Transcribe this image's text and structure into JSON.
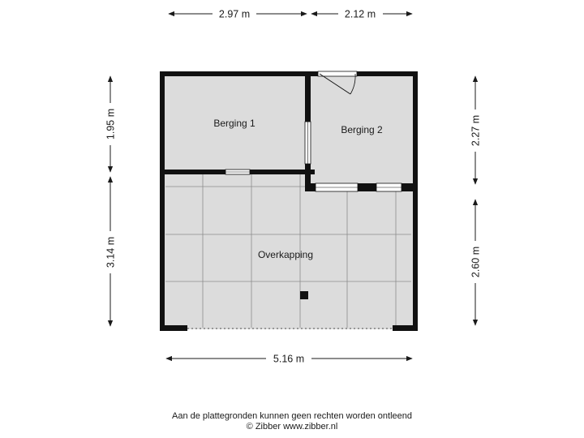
{
  "rooms": {
    "berging1": "Berging 1",
    "berging2": "Berging 2",
    "overkapping": "Overkapping"
  },
  "dimensions": {
    "top_left": "2.97 m",
    "top_right": "2.12 m",
    "bottom": "5.16 m",
    "left_upper": "1.95 m",
    "left_lower": "3.14 m",
    "right_upper": "2.27 m",
    "right_lower": "2.60 m"
  },
  "footer": {
    "disclaimer": "Aan de plattegronden kunnen geen rechten worden ontleend",
    "credit": "© Zibber www.zibber.nl"
  },
  "colors": {
    "wall": "#111111",
    "floor": "#dcdcdc",
    "grid": "#8c8c8c"
  }
}
